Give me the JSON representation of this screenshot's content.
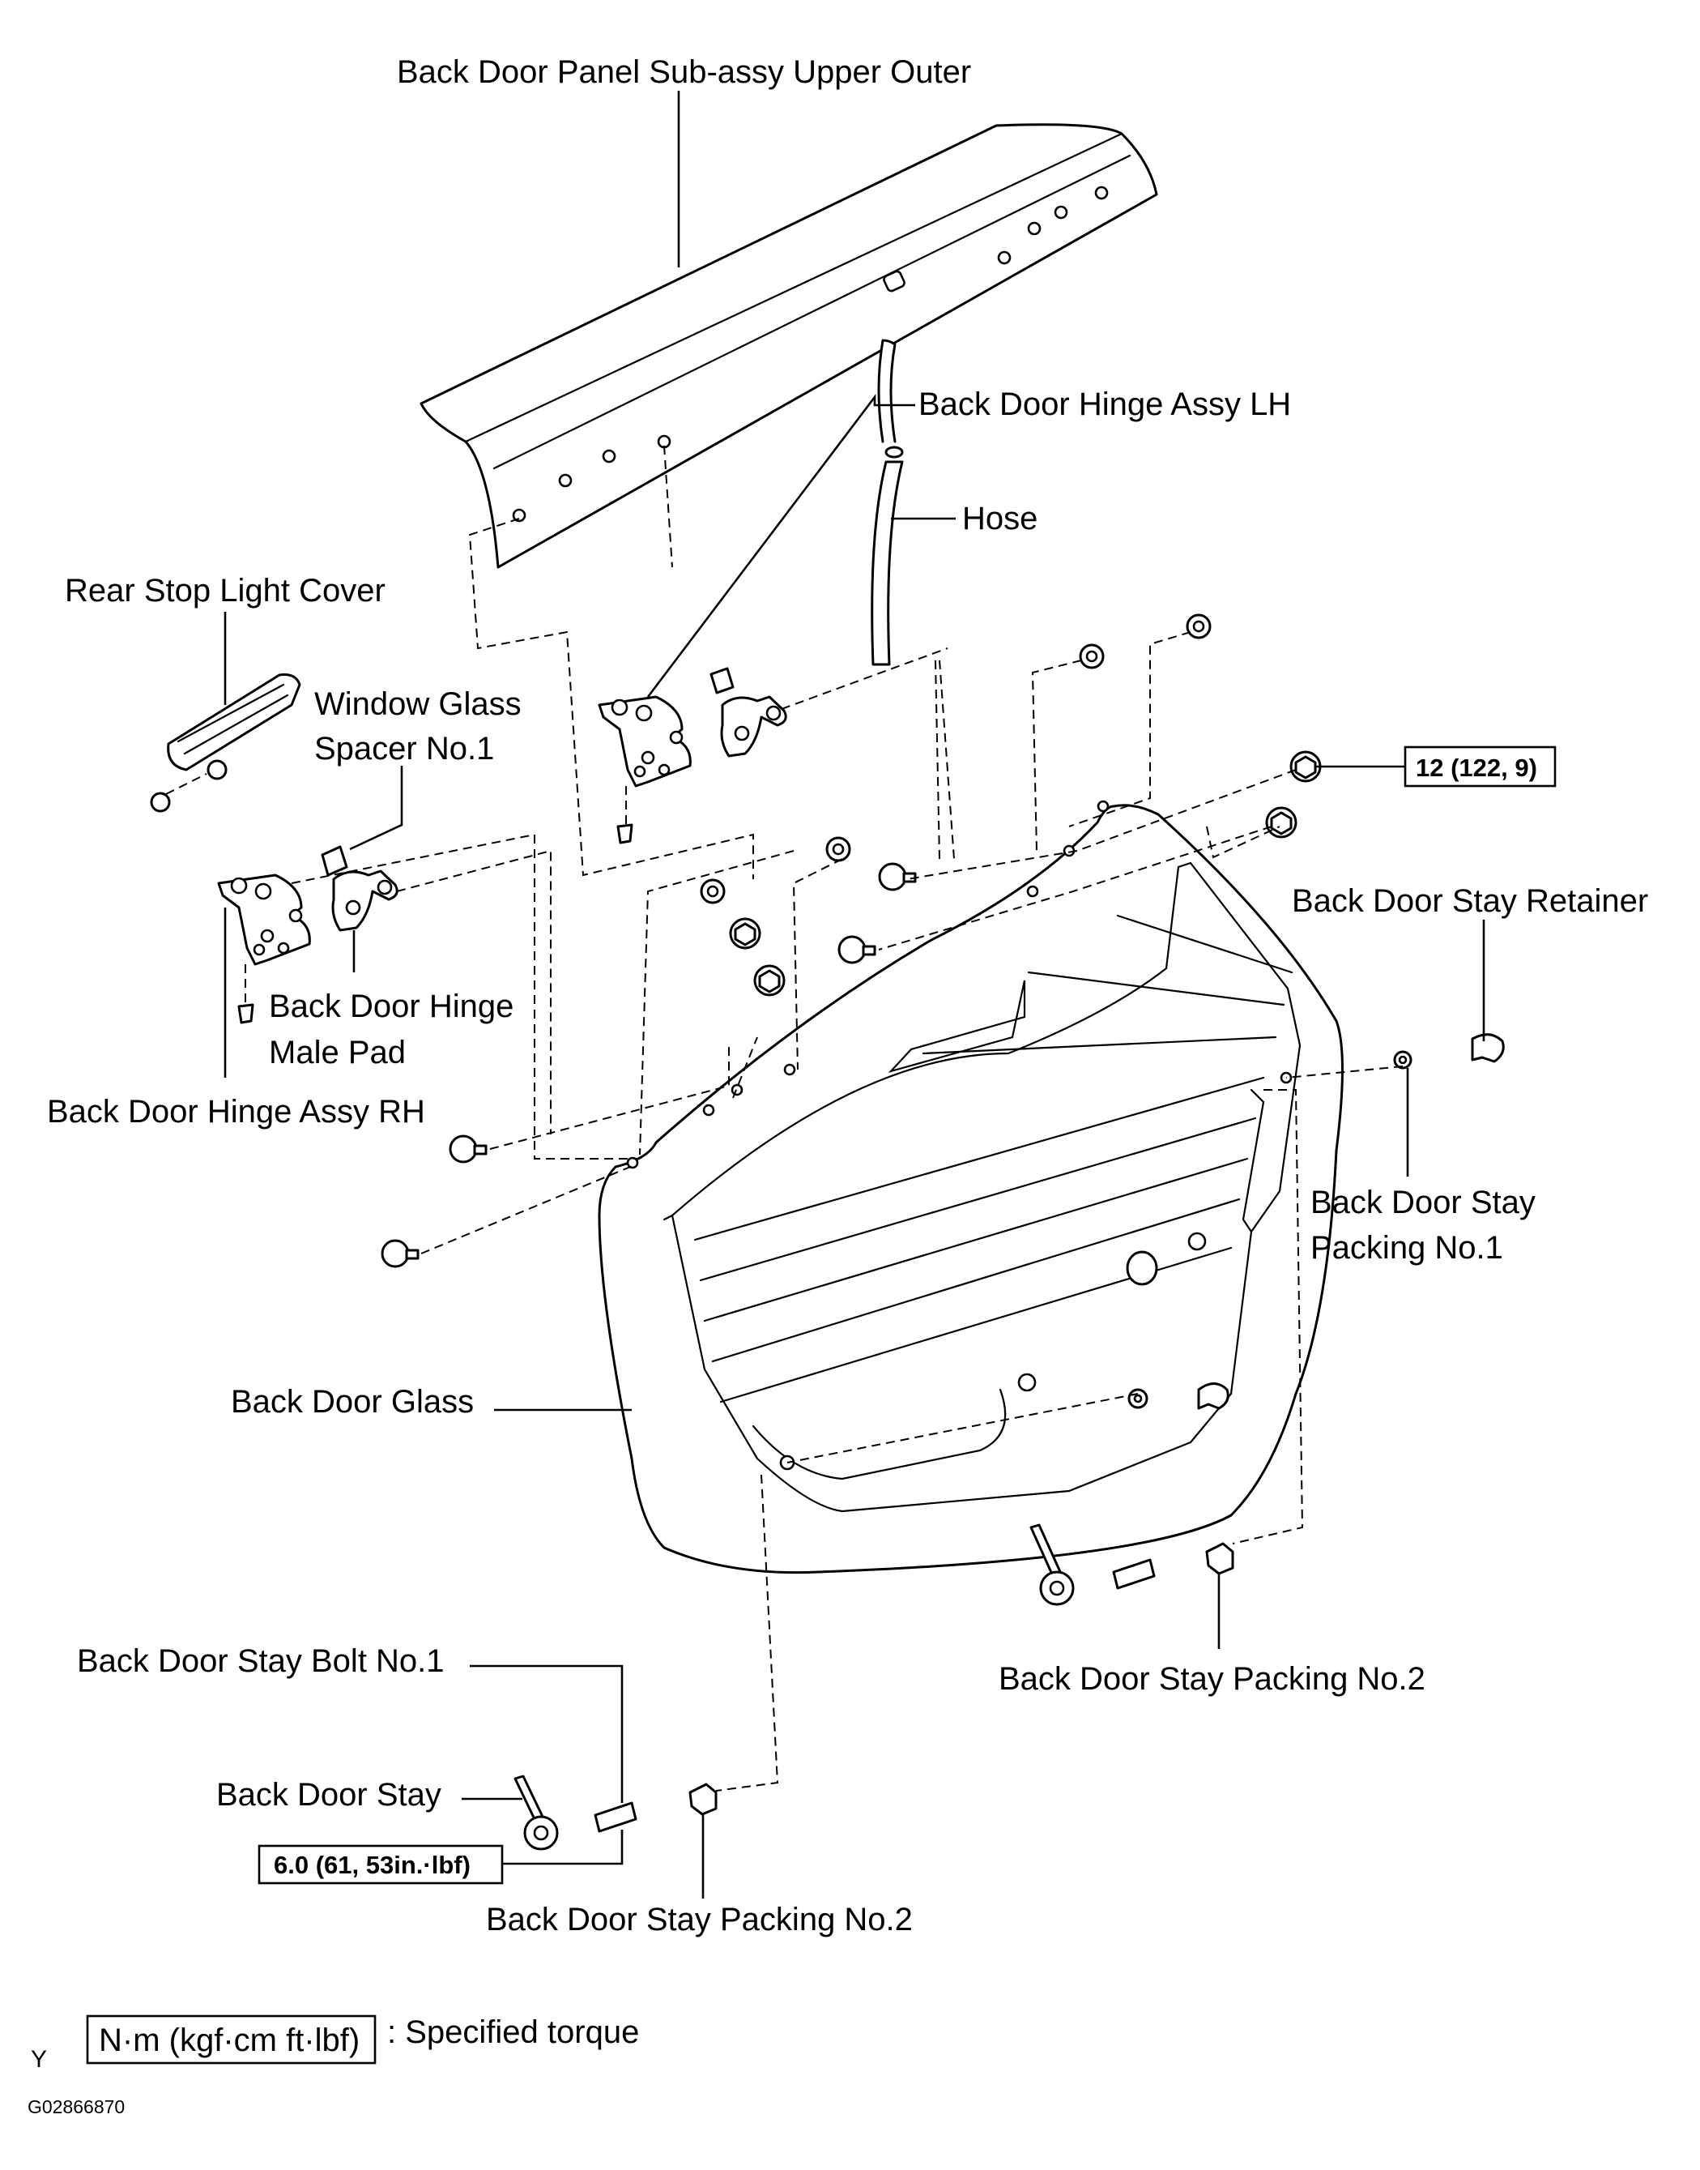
{
  "labels": {
    "panel_upper_outer": "Back Door Panel Sub-assy Upper Outer",
    "hinge_lh": "Back Door Hinge Assy LH",
    "hose": "Hose",
    "rear_stop_light_cover": "Rear Stop Light Cover",
    "window_glass_spacer_1": "Window Glass",
    "window_glass_spacer_2": "Spacer No.1",
    "hinge_male_pad_1": "Back Door Hinge",
    "hinge_male_pad_2": "Male Pad",
    "hinge_rh": "Back Door Hinge Assy RH",
    "stay_retainer": "Back Door Stay Retainer",
    "stay_packing_1_a": "Back Door Stay",
    "stay_packing_1_b": "Packing No.1",
    "back_door_glass": "Back Door Glass",
    "stay_bolt_1": "Back Door Stay Bolt No.1",
    "back_door_stay": "Back Door Stay",
    "stay_packing_2_right": "Back Door Stay Packing No.2",
    "stay_packing_2_bottom": "Back Door Stay Packing No.2"
  },
  "torques": {
    "hinge_nut": "12 (122, 9)",
    "stay_bolt": "6.0 (61, 53in.·lbf)"
  },
  "legend": {
    "unit_box": "N·m (kgf·cm ft·lbf)",
    "description": ": Specified torque"
  },
  "footer": {
    "letter": "Y",
    "figure_code": "G02866870"
  }
}
